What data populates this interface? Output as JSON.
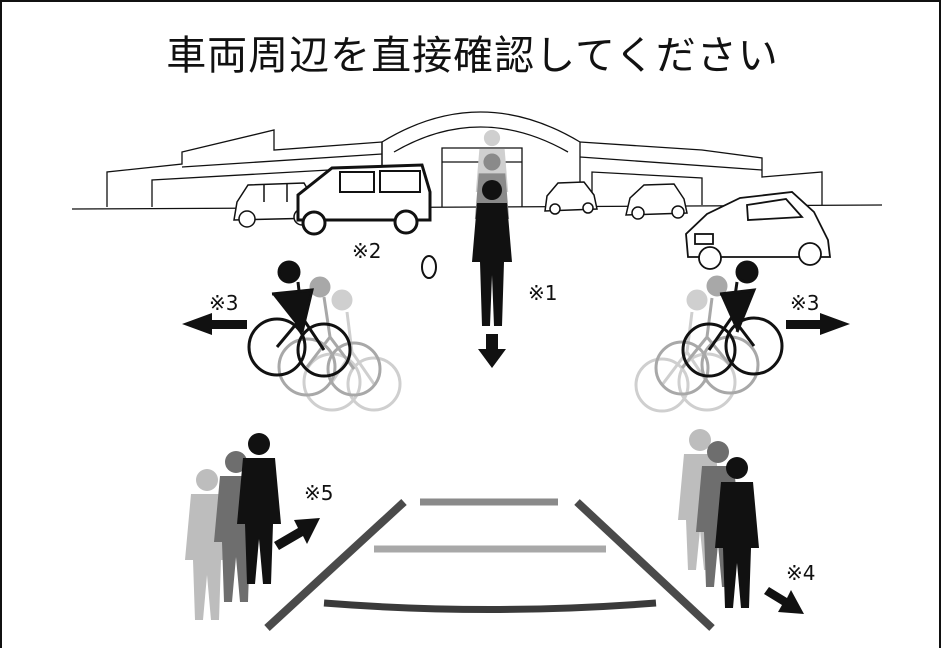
{
  "title": "車両周辺を直接確認してください",
  "notes": {
    "n1": "※1",
    "n2": "※2",
    "n3_left": "※3",
    "n3_right": "※3",
    "n4": "※4",
    "n5": "※5"
  },
  "colors": {
    "ink": "#111111",
    "mid_gray": "#6e6e6e",
    "light_gray": "#a8a8a8",
    "faint_gray": "#cfcfcf",
    "guide_dark": "#4a4a4a",
    "guide_light": "#9a9a9a"
  }
}
